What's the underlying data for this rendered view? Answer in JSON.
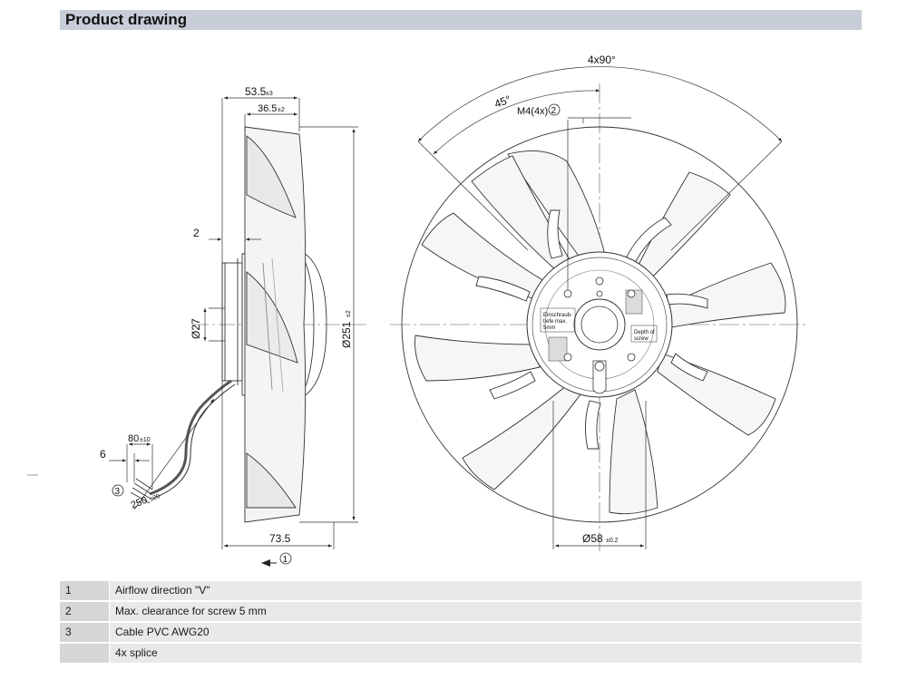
{
  "header": {
    "title": "Product drawing"
  },
  "side_view": {
    "dim_total_depth": "53.5",
    "dim_total_depth_tol": "±3",
    "dim_inner_depth": "36.5",
    "dim_inner_depth_tol": "±2",
    "dim_flange": "2",
    "dim_shaft": "Ø27",
    "dim_diameter": "Ø251",
    "dim_diameter_tol": "±2",
    "dim_cable_len1": "80",
    "dim_cable_len1_tol": "±10",
    "dim_strip": "6",
    "dim_cable_len2": "250",
    "dim_cable_len2_tol": "±20",
    "dim_bottom_width": "73.5",
    "callout_cable": "3",
    "callout_airflow": "1"
  },
  "front_view": {
    "dim_angle_4x": "4x90°",
    "dim_angle_45": "45°",
    "dim_screw": "M4(4x)",
    "callout_screw": "2",
    "label_depth_de_1": "Einschraub-",
    "label_depth_de_2": "tiefe max.",
    "label_depth_de_3": "5mm",
    "label_depth_en_1": "Depth of",
    "label_depth_en_2": "screw",
    "dim_hub": "Ø58",
    "dim_hub_tol": "±0.2"
  },
  "legend": [
    {
      "num": "1",
      "desc": "Airflow direction \"V\""
    },
    {
      "num": "2",
      "desc": "Max. clearance for screw 5 mm"
    },
    {
      "num": "3",
      "desc": "Cable PVC AWG20"
    },
    {
      "num": "",
      "desc": "4x splice"
    }
  ]
}
